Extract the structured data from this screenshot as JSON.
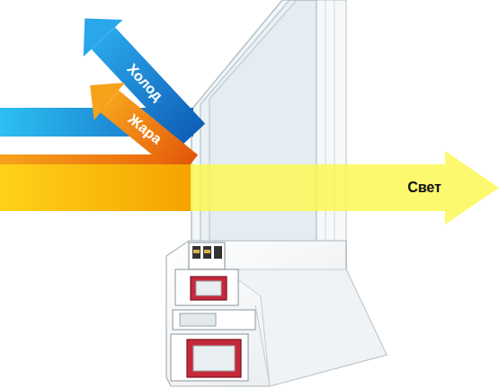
{
  "diagram": {
    "labels": [
      "Холод",
      "Жара",
      "Свет"
    ]
  }
}
